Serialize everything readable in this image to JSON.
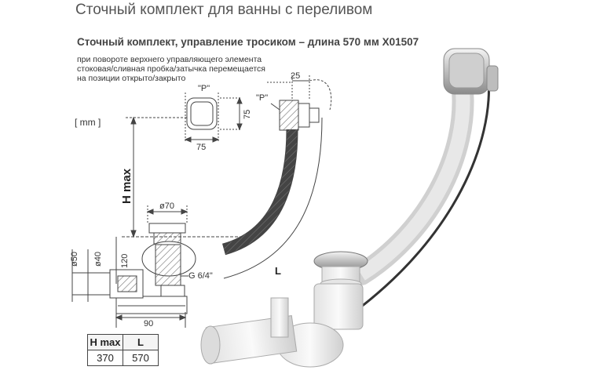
{
  "title": "Сточный комплект для ванны с переливом",
  "subtitle": "Сточный комплект, управление тросиком – длина 570 мм   X01507",
  "description_lines": [
    "при повороте верхнего управляющего элемента",
    "стоковая/сливная пробка/затычка перемещается",
    "на позиции открыто/закрыто"
  ],
  "units": "[ mm ]",
  "dimensions": {
    "p_top": "\"P\"",
    "p_side": "\"P\"",
    "width_75": "75",
    "height_75": "75",
    "side_25": "25",
    "h_max": "H max",
    "d70": "ø70",
    "d50": "ø50",
    "d40": "ø40",
    "h120": "120",
    "thread": "G 6/4\"",
    "w90": "90",
    "length": "L"
  },
  "table": {
    "headers": [
      "H max",
      "L"
    ],
    "rows": [
      [
        "370",
        "570"
      ]
    ]
  }
}
